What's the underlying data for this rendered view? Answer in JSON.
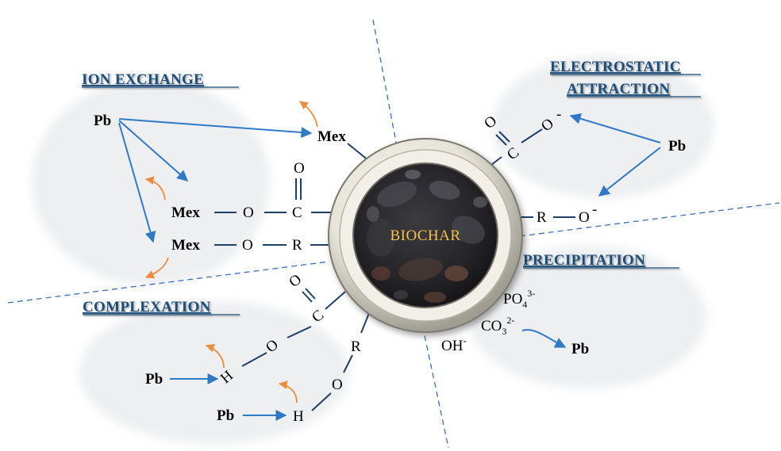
{
  "center": {
    "label": "BIOCHAR"
  },
  "sections": {
    "ion_exchange": "ION EXCHANGE",
    "electrostatic_line1": "ELECTROSTATIC",
    "electrostatic_line2": "ATTRACTION",
    "precipitation": "PRECIPITATION",
    "complexation": "COMPLEXATION"
  },
  "ion_exchange": {
    "pb": "Pb",
    "mex_top": "Mex",
    "mex_mid": "Mex",
    "mex_low": "Mex",
    "o_mid": "O",
    "c_mid": "C",
    "o_carbonyl": "O",
    "o_low": "O",
    "r_low": "R"
  },
  "electrostatic": {
    "o_carbonyl": "O",
    "c": "C",
    "o_minus": "O",
    "minus1": "-",
    "pb": "Pb",
    "r": "R",
    "o2": "O",
    "minus2": "-"
  },
  "precipitation": {
    "po4": "PO",
    "po4_sub": "4",
    "po4_sup": "3-",
    "co3": "CO",
    "co3_sub": "3",
    "co3_sup": "2-",
    "oh": "OH",
    "oh_sup": "-",
    "pb": "Pb"
  },
  "complexation": {
    "o_carbonyl": "O",
    "c": "C",
    "o_link": "O",
    "h1": "H",
    "pb1": "Pb",
    "r": "R",
    "o_r": "O",
    "h2": "H",
    "pb2": "Pb"
  },
  "colors": {
    "arrow_blue": "#2f79c9",
    "arrow_orange": "#f08a3c",
    "title_blue": "#1f4e79",
    "biochar_text": "#f2c24b",
    "bond_navy": "#1f3f66"
  }
}
